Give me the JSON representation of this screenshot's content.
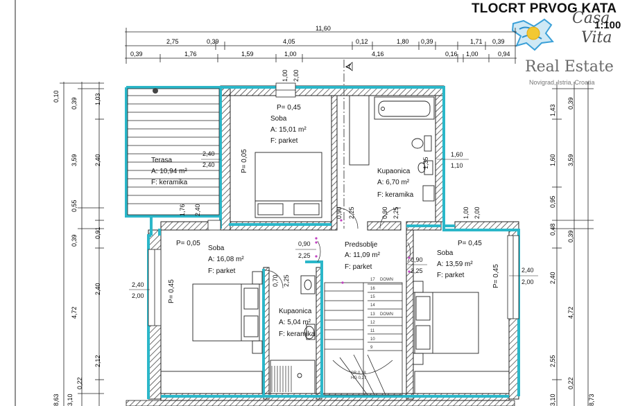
{
  "header": {
    "title": "TLOCRT PRVOG KATA",
    "scale": "1:100"
  },
  "logo": {
    "script_line1": "Casa",
    "script_line2": "Vita",
    "real_estate": "Real Estate",
    "location": "Novigrad, Istria, Croatia",
    "icon": "dove-sun-icon",
    "color": "#3aa0d8"
  },
  "colors": {
    "highlight": "#2bb7c9",
    "wall_hatch": "#333333",
    "line": "#222222"
  },
  "dimensions": {
    "top_total": "11,60",
    "top_row1": [
      "2,75",
      "0,39",
      "4,05",
      "0,12",
      "1,80",
      "0,39",
      "1,71",
      "0,39"
    ],
    "top_row2": [
      "0,39",
      "1,76",
      "1,59",
      "1,00",
      "4,16",
      "0,16",
      "1,00",
      "0,94"
    ],
    "left_outer": [
      "0,10",
      "0,39",
      "3,59",
      "0,55",
      "0,39",
      "4,72",
      "2,12",
      "8,63",
      "3,10"
    ],
    "left_inner": [
      "1,03",
      "2,40",
      "0,91",
      "2,40",
      "0,22"
    ],
    "right_inner": [
      "1,43",
      "1,60",
      "0,95",
      "0,48",
      "2,40",
      "2,55",
      "3,10"
    ],
    "right_outer": [
      "0,39",
      "3,59",
      "0,39",
      "4,72",
      "0,22",
      "8,73"
    ]
  },
  "rooms": [
    {
      "name": "Terasa",
      "area": "A: 10,94 m²",
      "floor": "F: keramika"
    },
    {
      "name": "Soba",
      "area": "A: 15,01 m²",
      "floor": "F:    parket"
    },
    {
      "name": "Kupaonica",
      "area": "A:   6,70 m²",
      "floor": "F: keramika"
    },
    {
      "name": "Soba",
      "area": "A: 16,08 m²",
      "floor": "F:    parket"
    },
    {
      "name": "Predsoblje",
      "area": "A: 11,09 m²",
      "floor": "F:    parket"
    },
    {
      "name": "Soba",
      "area": "A: 13,59 m²",
      "floor": "F:    parket"
    },
    {
      "name": "Kupaonica",
      "area": "A:   5,04 m²",
      "floor": "F: keramika"
    }
  ],
  "annotations": {
    "p045_top": "P= 0,45",
    "p005_left": "P= 0,05",
    "p005_mid": "P= 0,05",
    "p045_left": "P= 0,45",
    "p045_right1": "P= 0,45",
    "p045_right2": "P= 0,45",
    "window_top_a": "1,00",
    "window_top_b": "2,00",
    "terasa_win_a": "2,40",
    "terasa_win_b": "2,40",
    "bath_win_a": "1,60",
    "bath_win_b": "1,10",
    "bath_win_c": "1,35",
    "right_top_a": "1,00",
    "right_top_b": "2,00",
    "left_win_a": "2,40",
    "left_win_b": "2,00",
    "right_win_a": "2,40",
    "right_win_b": "2,00",
    "door1_a": "0,90",
    "door1_b": "2,25",
    "door2_a": "0,90",
    "door2_b": "2,25",
    "door3_a": "0,90",
    "door3_b": "2,25",
    "door4_a": "0,90",
    "door4_b": "2,25",
    "door5_a": "0,70",
    "door5_b": "2,25",
    "terasa_door_a": "1,76",
    "terasa_door_b": "2,40",
    "section_mark": "A",
    "stair_down1": "DOWN",
    "stair_down2": "DOWN",
    "stair_note1": "SR 0,18",
    "stair_note2": "HG 0,27",
    "stair_numbers": [
      "17",
      "16",
      "15",
      "14",
      "13",
      "12",
      "11",
      "10",
      "9"
    ]
  }
}
